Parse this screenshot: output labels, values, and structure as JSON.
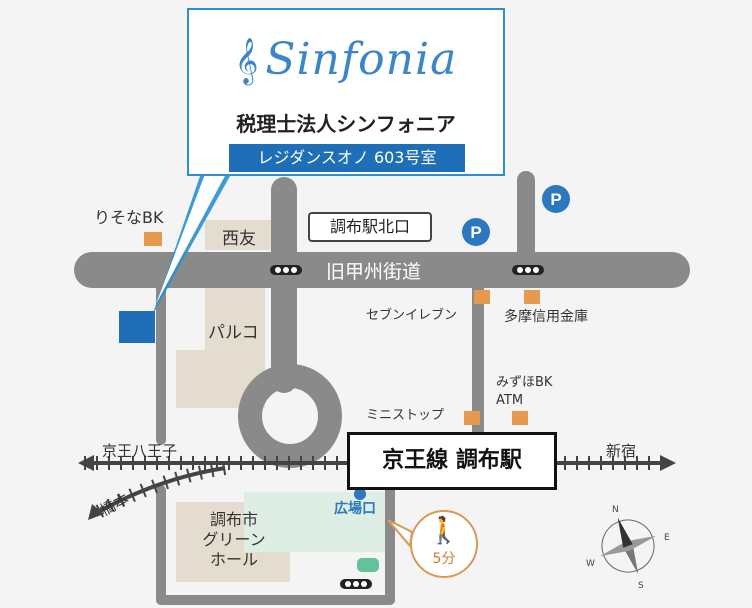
{
  "callout": {
    "logo": "Sinfonia",
    "clef": "𝄞",
    "firm_name": "税理士法人シンフォニア",
    "building": "レジダンスオノ 603号室"
  },
  "roads": {
    "main_street": "旧甲州街道"
  },
  "station": {
    "name": "京王線 調布駅",
    "exit": "広場口",
    "north_exit": "調布駅北口"
  },
  "walk": {
    "icon": "walking-person-icon",
    "time": "5分"
  },
  "directions": {
    "left": "京王八王子",
    "right": "新宿",
    "branch": "橋本"
  },
  "landmarks": {
    "resona": "りそなBK",
    "seiyu": "西友",
    "parco": "パルコ",
    "seven_eleven": "セブンイレブン",
    "tama_shinkin": "多摩信用金庫",
    "mizuho": "みずほBK\nATM",
    "ministop": "ミニストップ",
    "green_hall": "調布市\nグリーン\nホール"
  },
  "parking": [
    "P",
    "P"
  ],
  "compass": {
    "icon": "compass-rose-icon",
    "marks": [
      "N",
      "E",
      "S",
      "W"
    ]
  },
  "colors": {
    "road": "#8a8a8a",
    "building": "#e3dccf",
    "accent_blue": "#1e6fb7",
    "landmark_orange": "#e69a4f",
    "walk_orange": "#d99a55",
    "station_area": "#dfeee5"
  }
}
